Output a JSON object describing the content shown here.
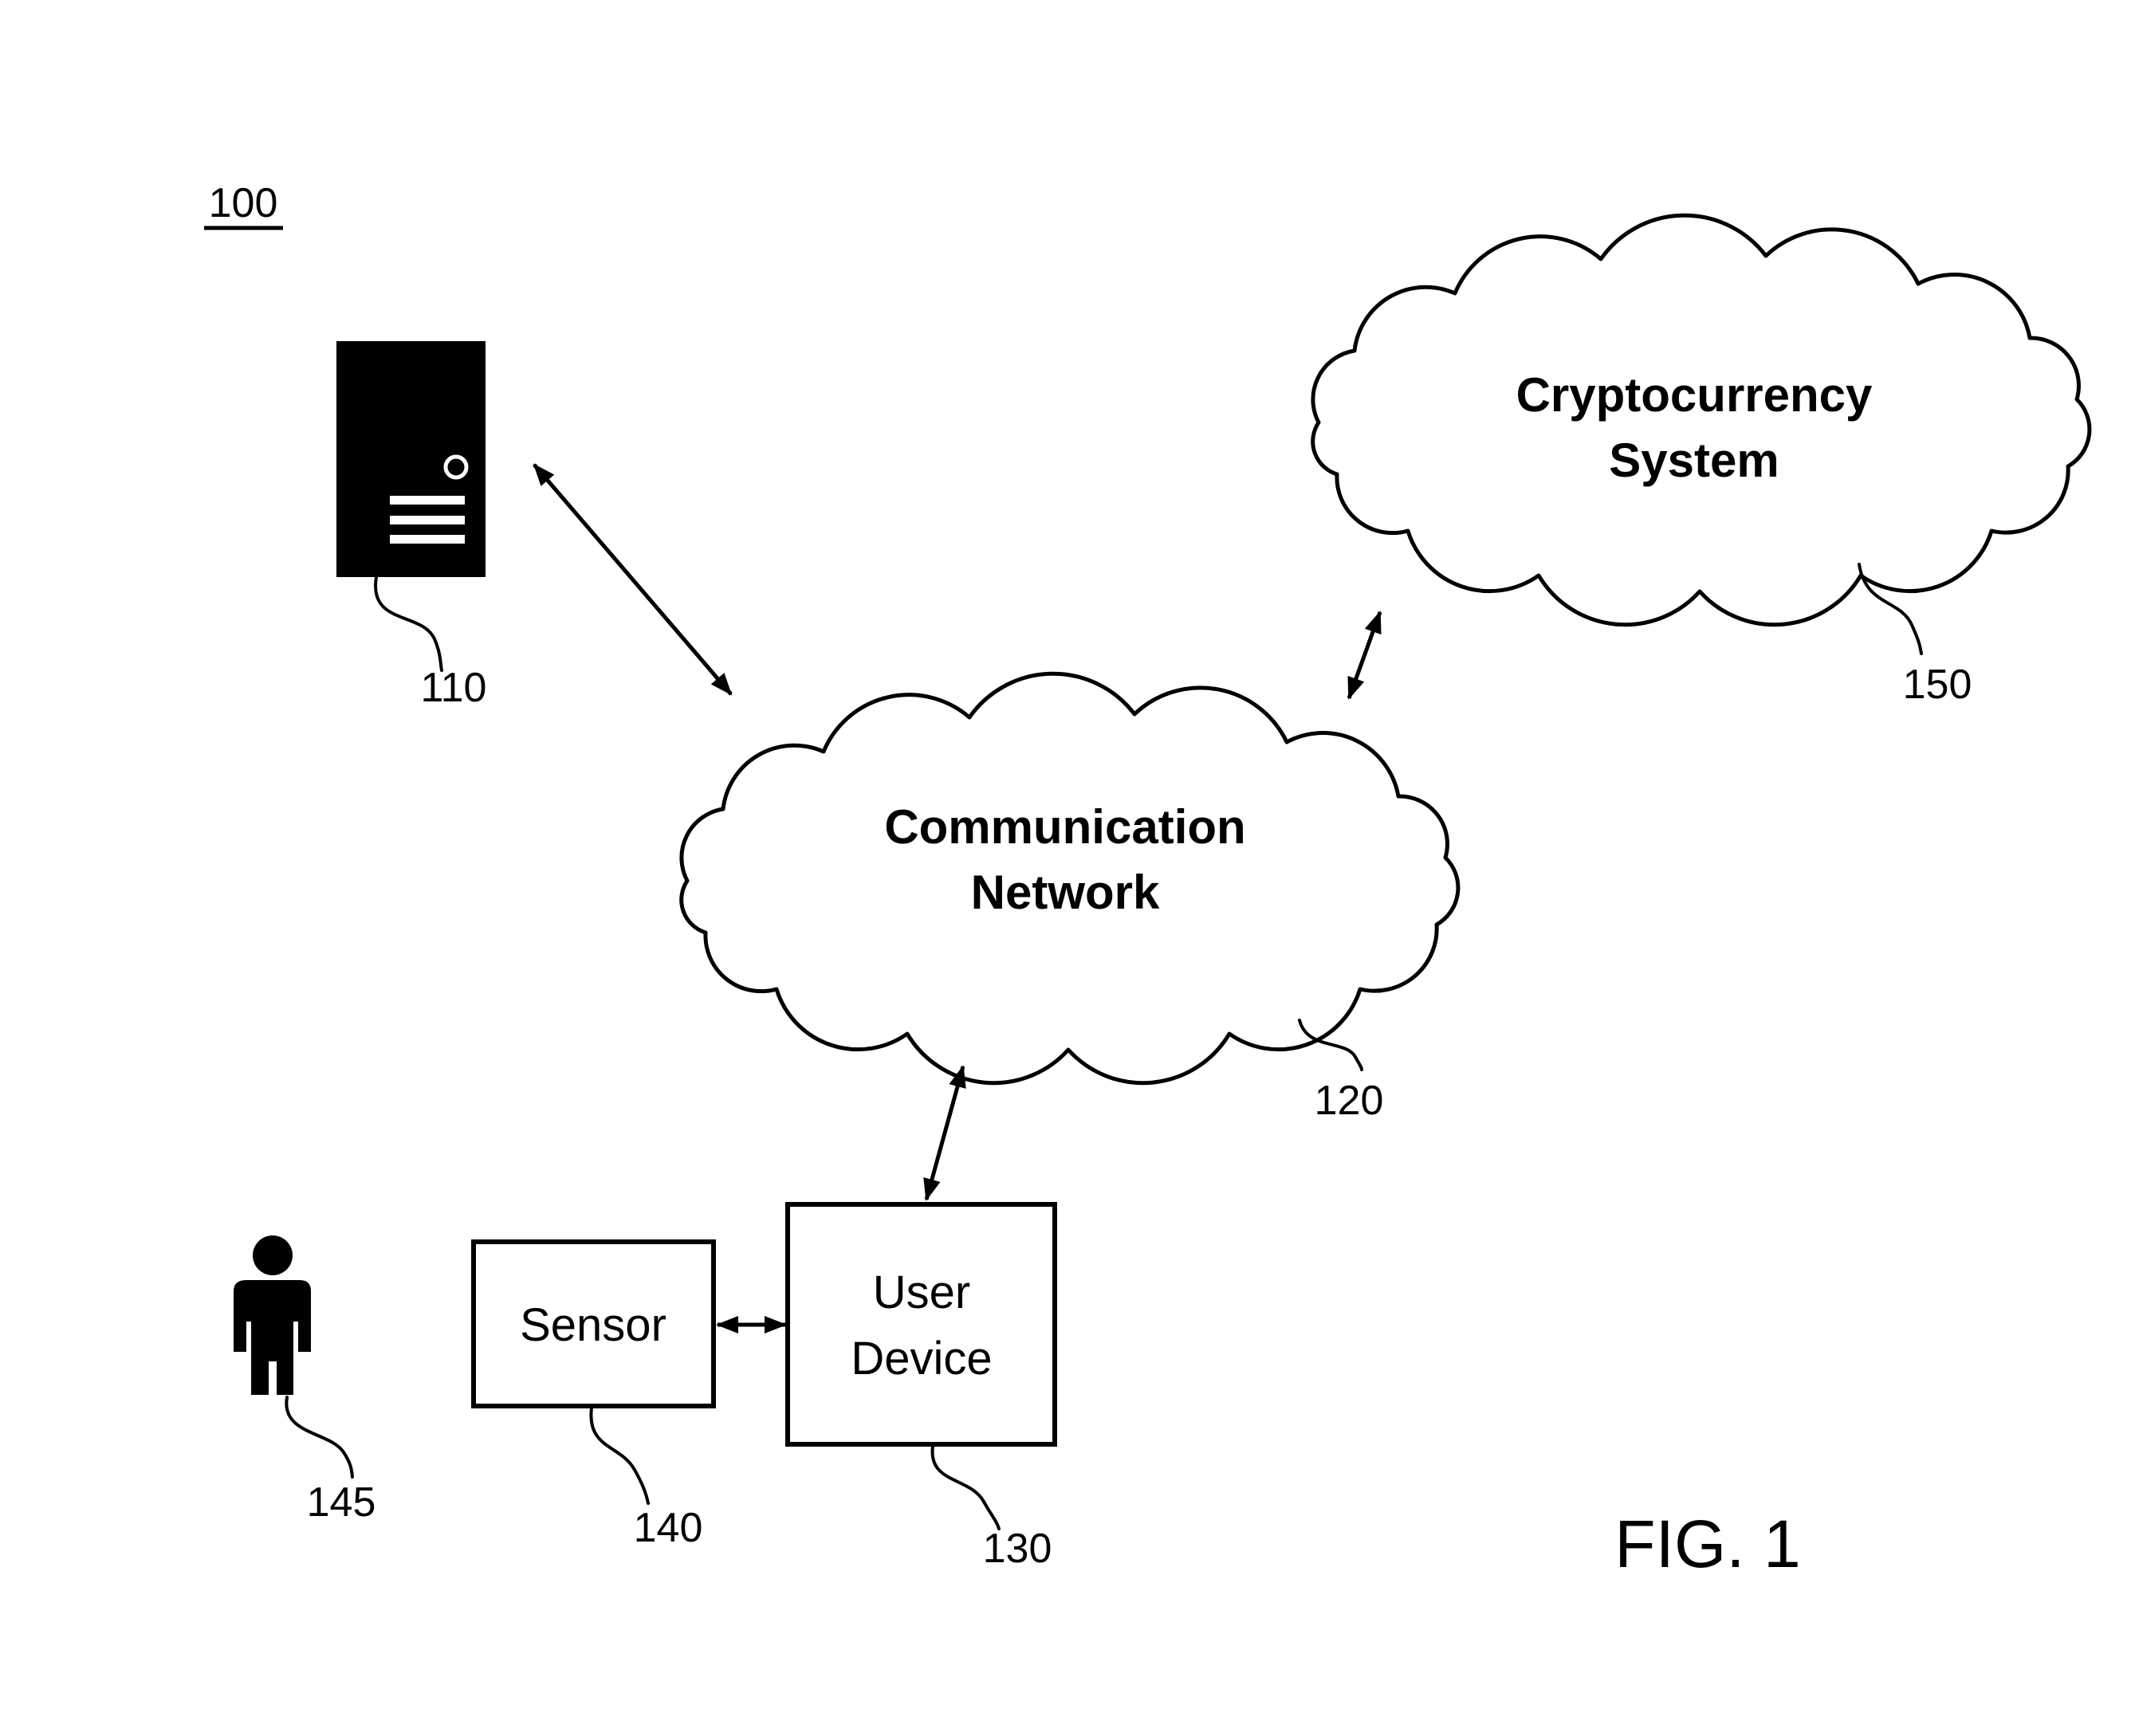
{
  "figure": {
    "diagram_id": "100",
    "caption": "FIG. 1"
  },
  "cryptocurrency_cloud": {
    "label_line1": "Cryptocurrency",
    "label_line2": "System",
    "ref": "150"
  },
  "communication_cloud": {
    "label_line1": "Communication",
    "label_line2": "Network",
    "ref": "120"
  },
  "server": {
    "ref": "110"
  },
  "user_device": {
    "label_line1": "User",
    "label_line2": "Device",
    "ref": "130"
  },
  "sensor": {
    "label": "Sensor",
    "ref": "140"
  },
  "person": {
    "ref": "145"
  },
  "connections": [
    {
      "from": "server",
      "to": "communication-network",
      "style": "double-headed-arrow"
    },
    {
      "from": "cryptocurrency-system",
      "to": "communication-network",
      "style": "double-headed-arrow"
    },
    {
      "from": "communication-network",
      "to": "user-device",
      "style": "double-headed-arrow"
    },
    {
      "from": "sensor",
      "to": "user-device",
      "style": "double-headed-arrow"
    }
  ],
  "colors": {
    "ink": "#000000",
    "background": "#ffffff"
  }
}
